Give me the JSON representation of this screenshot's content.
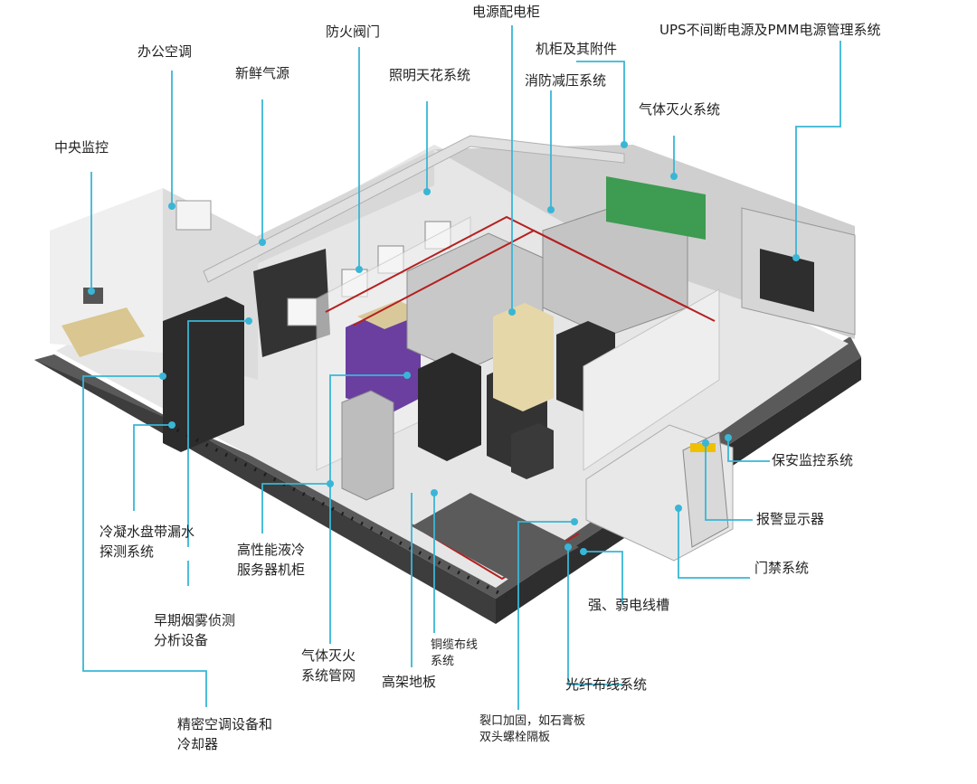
{
  "accent_color": "#39b6d6",
  "labels": {
    "power_cabinet": "电源配电柜",
    "ups_pmm": "UPS不间断电源及PMM电源管理系统",
    "office_ac": "办公空调",
    "fire_damper": "防火阀门",
    "cabinet_accessories": "机柜及其附件",
    "fresh_air": "新鲜气源",
    "lighting_ceiling": "照明天花系统",
    "fire_pressure_relief": "消防减压系统",
    "gas_suppression": "气体灭火系统",
    "central_monitor": "中央监控",
    "security_monitor": "保安监控系统",
    "alarm_display": "报警显示器",
    "access_control": "门禁系统",
    "cable_trough": "强、弱电线槽",
    "fiber_cabling": "光纤布线系统",
    "leak_detect": [
      "冷凝水盘带漏水",
      "探测系统"
    ],
    "hpc_liquid": [
      "高性能液冷",
      "服务器机柜"
    ],
    "smoke_detect": [
      "早期烟雾侦测",
      "分析设备"
    ],
    "gas_pipe": [
      "气体灭火",
      "系统管网"
    ],
    "copper_cabling": [
      "铜缆布线",
      "系统"
    ],
    "raised_floor": "高架地板",
    "reinforce": [
      "裂口加固，如石膏板",
      "双头螺栓隔板"
    ],
    "precision_ac": [
      "精密空调设备和",
      "冷却器"
    ]
  }
}
